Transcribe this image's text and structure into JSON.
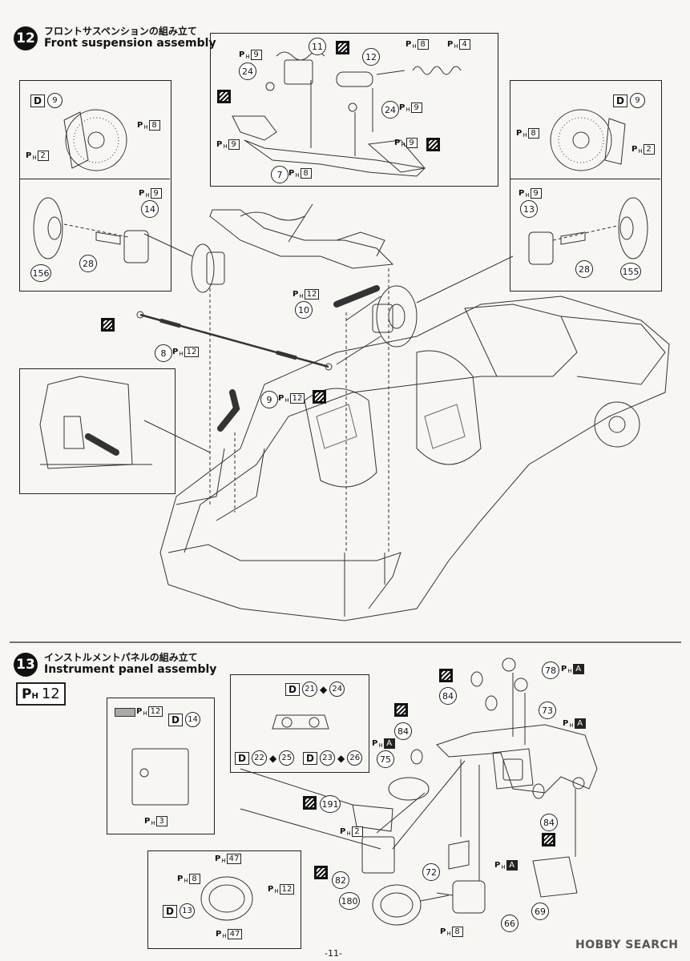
{
  "step12": {
    "number": "12",
    "title_jp": "フロントサスペンションの組み立て",
    "title_en": "Front suspension assembly",
    "left_disc": {
      "d_letter": "D",
      "d_num": "9",
      "ph_top": "8",
      "ph_bottom": "2"
    },
    "left_hub": {
      "ph": "9",
      "parts": [
        "14",
        "28",
        "156"
      ]
    },
    "right_disc": {
      "d_letter": "D",
      "d_num": "9",
      "ph_top": "8",
      "ph_bottom": "2"
    },
    "right_hub": {
      "ph": "9",
      "parts": [
        "13",
        "28",
        "155"
      ]
    },
    "arm_box": {
      "parts": [
        "11",
        "12",
        "24",
        "24",
        "7"
      ],
      "ph_labels": [
        "9",
        "8",
        "4",
        "9",
        "9",
        "9",
        "8"
      ]
    },
    "main": {
      "part_10": "10",
      "ph_10": "12",
      "part_8": "8",
      "ph_8": "12",
      "part_9": "9",
      "ph_9": "12"
    }
  },
  "step13": {
    "number": "13",
    "title_jp": "インストルメントパネルの組み立て",
    "title_en": "Instrument panel assembly",
    "page_paint": "12",
    "panel_box": {
      "ph_top": "12",
      "d_letter": "D",
      "d_num": "14",
      "ph_bottom": "3"
    },
    "meter_box": {
      "d_top": [
        "D",
        "21",
        "24"
      ],
      "d_left": [
        "D",
        "22",
        "25"
      ],
      "d_right": [
        "D",
        "23",
        "26"
      ]
    },
    "wheel_box": {
      "ph_top": "47",
      "ph_left": "8",
      "ph_right": "12",
      "d_letter": "D",
      "d_num": "13",
      "ph_bottom": "47"
    },
    "parts": {
      "p78": "78",
      "p78_ph": "A",
      "p84a": "84",
      "p84b": "84",
      "p84c": "84",
      "p73": "73",
      "p73_ph": "A",
      "p75": "75",
      "p84b_ph": "A",
      "p191": "191",
      "p191_ph": "2",
      "p82": "82",
      "p72": "72",
      "p69": "69",
      "p180": "180",
      "p66": "66",
      "p66_ph_top": "A",
      "p66_ph_bottom": "8"
    }
  },
  "footer": {
    "page": "-11-"
  },
  "watermark": "HOBBY SEARCH"
}
